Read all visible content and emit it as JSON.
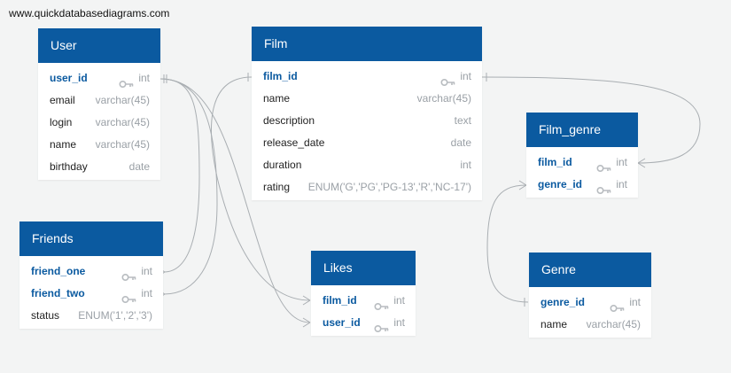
{
  "watermark": "www.quickdatabasediagrams.com",
  "colors": {
    "header": "#0b5aa0",
    "pk_text": "#0b5aa0",
    "type_text": "#9aa0a6",
    "line": "#a9aeb2"
  },
  "tables": {
    "user": {
      "title": "User",
      "fields": [
        {
          "name": "user_id",
          "type": "int",
          "pk": true,
          "key_icon": true
        },
        {
          "name": "email",
          "type": "varchar(45)"
        },
        {
          "name": "login",
          "type": "varchar(45)"
        },
        {
          "name": "name",
          "type": "varchar(45)"
        },
        {
          "name": "birthday",
          "type": "date"
        }
      ]
    },
    "film": {
      "title": "Film",
      "fields": [
        {
          "name": "film_id",
          "type": "int",
          "pk": true,
          "key_icon": true
        },
        {
          "name": "name",
          "type": "varchar(45)"
        },
        {
          "name": "description",
          "type": "text"
        },
        {
          "name": "release_date",
          "type": "date"
        },
        {
          "name": "duration",
          "type": "int"
        },
        {
          "name": "rating",
          "type": "ENUM('G','PG','PG-13','R','NC-17')"
        }
      ]
    },
    "film_genre": {
      "title": "Film_genre",
      "fields": [
        {
          "name": "film_id",
          "type": "int",
          "pk": true,
          "key_icon": true
        },
        {
          "name": "genre_id",
          "type": "int",
          "pk": true,
          "key_icon": true
        }
      ]
    },
    "friends": {
      "title": "Friends",
      "fields": [
        {
          "name": "friend_one",
          "type": "int",
          "pk": true,
          "key_icon": true
        },
        {
          "name": "friend_two",
          "type": "int",
          "pk": true,
          "key_icon": true
        },
        {
          "name": "status",
          "type": "ENUM('1','2','3')"
        }
      ]
    },
    "likes": {
      "title": "Likes",
      "fields": [
        {
          "name": "film_id",
          "type": "int",
          "pk": true,
          "key_icon": true
        },
        {
          "name": "user_id",
          "type": "int",
          "pk": true,
          "key_icon": true
        }
      ]
    },
    "genre": {
      "title": "Genre",
      "fields": [
        {
          "name": "genre_id",
          "type": "int",
          "pk": true,
          "key_icon": true
        },
        {
          "name": "name",
          "type": "varchar(45)"
        }
      ]
    }
  }
}
